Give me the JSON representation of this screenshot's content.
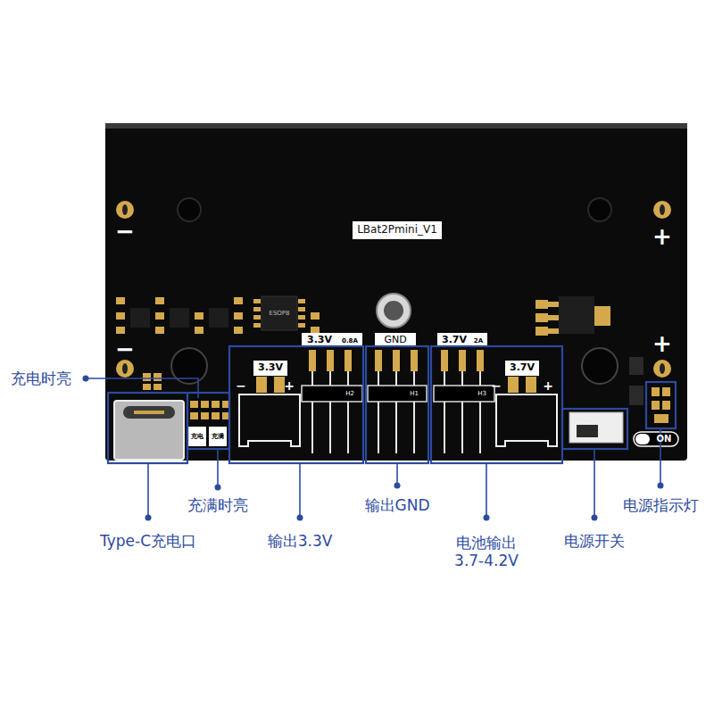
{
  "diagram": {
    "labels": [
      "LBat2Pmini_V1",
      "−",
      "+",
      "−",
      "+",
      "ESOP8",
      "3.3V",
      "0.8A",
      "GND",
      "3.7V",
      "2A",
      "H2",
      "H1",
      "H3",
      "3.3V",
      "−",
      "+",
      "3.7V",
      "−",
      "+",
      "ON",
      "充电",
      "充满",
      "充电时亮",
      "充满时亮",
      "Type-C充电口",
      "输出3.3V",
      "输出GND",
      "电池输出 3.7-4.2V",
      "电源开关",
      "电源指示灯"
    ]
  }
}
